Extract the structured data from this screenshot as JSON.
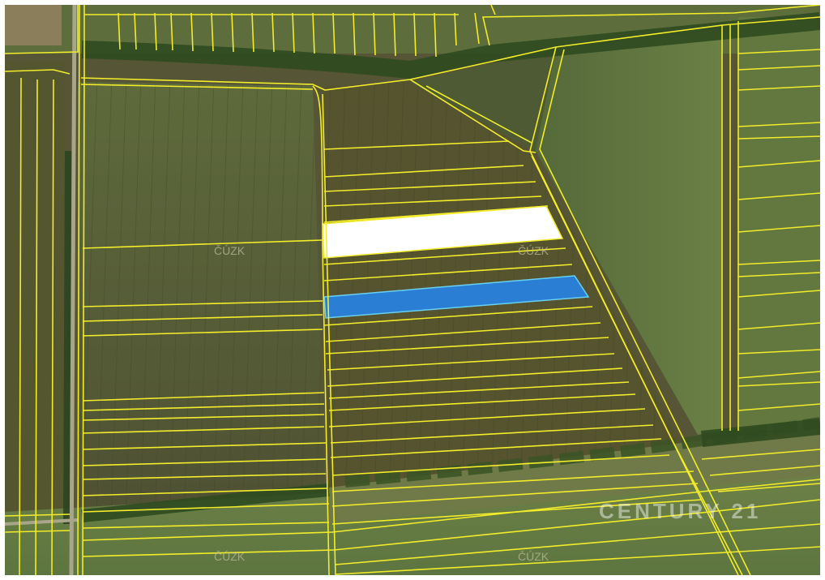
{
  "map": {
    "layer": "cadastral-parcels-over-aerial-orthophoto",
    "colors": {
      "parcel_boundary": "#f2ec2a",
      "selected_parcel_white": "#ffffff",
      "selected_parcel_blue": "#2a7fd4",
      "field_dark": "#4f4f33",
      "field_light": "#6b7a45",
      "tree_line": "#2f4a1f"
    },
    "watermarks": [
      "ČÚZK",
      "ČÚZK",
      "ČÚZK",
      "ČÚZK"
    ],
    "brand_watermark": "CENTURY 21"
  }
}
